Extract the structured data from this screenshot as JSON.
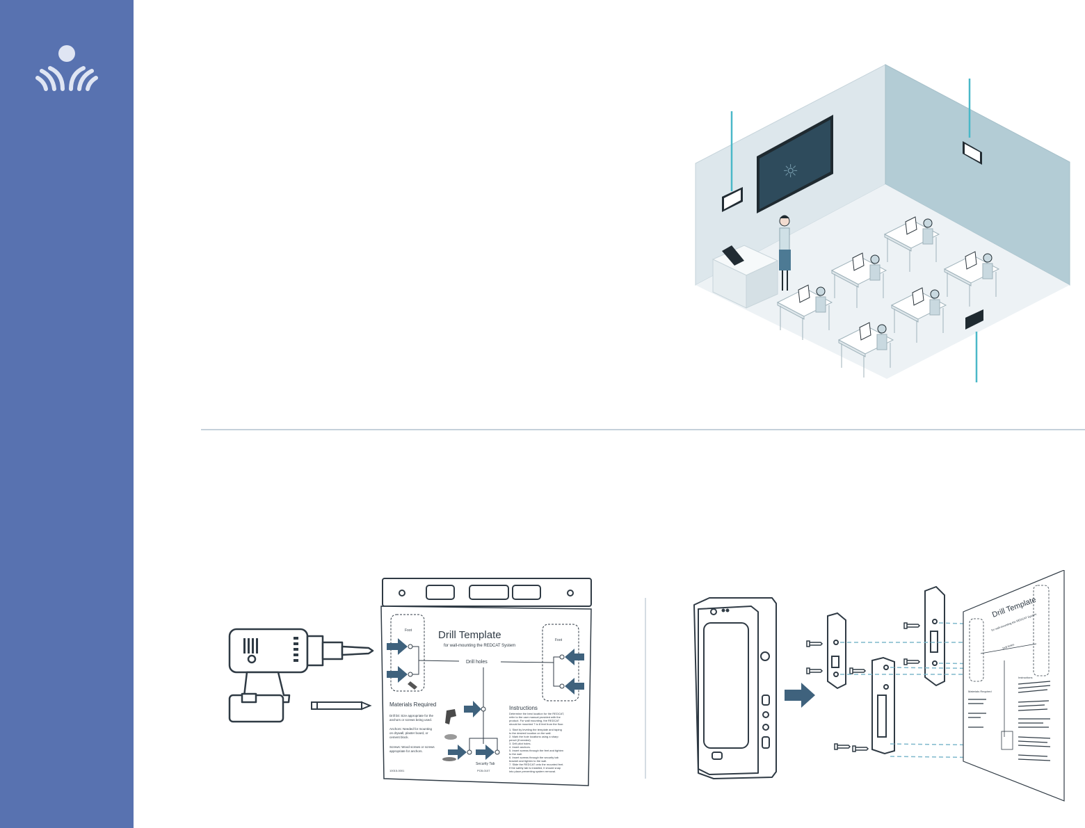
{
  "brand": {
    "logo_icon": "sun-rays-logo-icon",
    "sidebar_color": "#5872b0"
  },
  "classroom": {
    "icons": [
      "wall-mounted-device-icon",
      "classroom-display-icon",
      "teacher-icon",
      "student-desk-icon",
      "floor-device-icon"
    ],
    "callout_color": "#4ab8c8"
  },
  "drill_template": {
    "title": "Drill Template",
    "subtitle": "for wall-mounting the REDCAT System",
    "foot_left": "Foot",
    "foot_right": "Foot",
    "drill_holes_label": "Drill holes",
    "materials_heading": "Materials Required",
    "materials_1": "Drill bit: Size appropriate for the",
    "materials_1b": "anchors or screws being used.",
    "materials_2": "Anchors: Needed for mounting",
    "materials_2b": "on drywall, plaster board, or",
    "materials_2c": "cement block.",
    "materials_3": "Screws: Wood screws or screws",
    "materials_3b": "appropriate for anchors.",
    "instructions_heading": "Instructions",
    "instructions_intro_1": "Determine the best location for the REDCAT,",
    "instructions_intro_2": "refer to the user manual provided with the",
    "instructions_intro_3": "product. For wall mounting, the REDCAT",
    "instructions_intro_4": "should be mounted 7 to 8 feet from the floor.",
    "steps": [
      "1.  Start by leveling the template and taping",
      "    to the desired location on the wall.",
      "2.  Mark the hole locations using a sharp",
      "    pencil (if needed).",
      "3.  Drill pilot holes.",
      "4.  Insert anchors.",
      "5.  Insert screws through the feet and tighten",
      "    to the wall.",
      "6.  Insert screws through the security tab",
      "    bracket and tighten to the wall.",
      "7.  Slide the REDCAT onto the mounted feet.",
      "    If the safety tab is installed, it should snap",
      "    into place preventing system removal."
    ],
    "security_tab_label": "Security Tab",
    "part_number_left": "10015-0001",
    "part_number_bottom": "PCB-0107"
  },
  "mount_template": {
    "title": "Drill Template",
    "subtitle": "for wall-mounting the REDCAT System",
    "drill_holes_label": "Drill holes",
    "materials_heading": "Materials Required",
    "instructions_heading": "Instructions"
  },
  "colors": {
    "arrow": "#3f627d",
    "line": "#2f3a44",
    "wall_left": "#dde7ec",
    "wall_right": "#b3ccd5",
    "floor": "#edf2f5",
    "screen": "#2e4b5c",
    "divider": "#c5d1da"
  }
}
